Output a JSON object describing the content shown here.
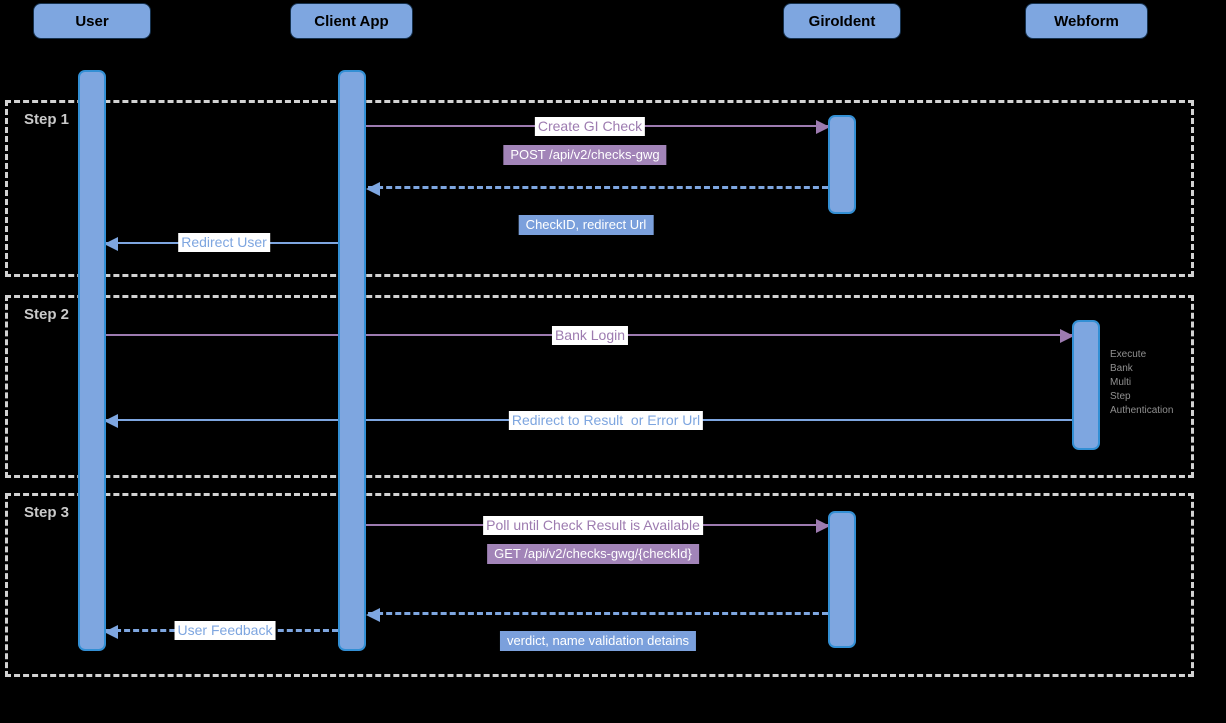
{
  "actors": [
    {
      "label": "User"
    },
    {
      "label": "Client App"
    },
    {
      "label": "GiroIdent"
    },
    {
      "label": "Webform"
    }
  ],
  "steps": [
    {
      "label": "Step 1"
    },
    {
      "label": "Step 2"
    },
    {
      "label": "Step 3"
    }
  ],
  "messages": {
    "create_check": {
      "label": "Create GI Check",
      "from": "Client App",
      "to": "GiroIdent"
    },
    "create_check_api": {
      "label": "POST /api/v2/checks-gwg"
    },
    "check_response": {
      "label": "CheckID, redirect Url",
      "from": "GiroIdent",
      "to": "Client App"
    },
    "redirect_user": {
      "label": "Redirect User",
      "from": "Client App",
      "to": "User"
    },
    "bank_login": {
      "label": "Bank Login",
      "from": "User",
      "to": "Webform"
    },
    "webform_note": {
      "label": "Execute\nBank\nMulti\nStep\nAuthentication"
    },
    "redirect_result": {
      "label": "Redirect to Result  or Error Url",
      "from": "Webform",
      "to": "User"
    },
    "poll": {
      "label": "Poll until Check Result is Available",
      "from": "Client App",
      "to": "GiroIdent"
    },
    "poll_api": {
      "label": "GET /api/v2/checks-gwg/{checkId}"
    },
    "verdict": {
      "label": "verdict, name validation detains",
      "from": "GiroIdent",
      "to": "Client App"
    },
    "user_feedback": {
      "label": "User Feedback",
      "from": "Client App",
      "to": "User"
    }
  },
  "colors": {
    "background": "#000000",
    "actor_fill": "#7ea6e0",
    "activation_fill": "#7ea6e0",
    "activation_border": "#338fd4",
    "purple_arrow": "#9d7bb0",
    "purple_tag_bg": "#a284b8",
    "blue_arrow": "#7ea6e0",
    "blue_tag_bg": "#7ba0dc",
    "frame_border": "#d2d2d2",
    "step_label_text": "#c9c9c9",
    "note_text": "#909090"
  }
}
